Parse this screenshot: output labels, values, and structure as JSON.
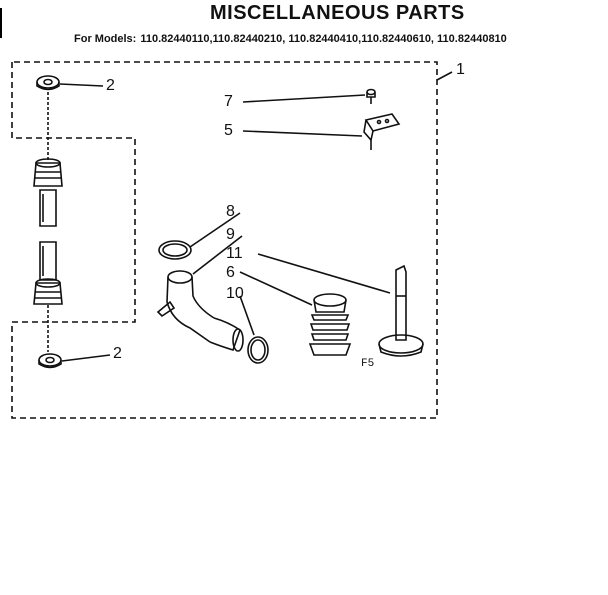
{
  "header": {
    "title": "MISCELLANEOUS PARTS",
    "models_prefix": "For Models:",
    "models": "110.82440110,110.82440210, 110.82440410,110.82440610, 110.82440810"
  },
  "callouts": {
    "p1": "1",
    "p2_top": "2",
    "p2_bottom": "2",
    "p5": "5",
    "p6": "6",
    "p7": "7",
    "p8": "8",
    "p9": "9",
    "p10": "10",
    "p11": "11"
  },
  "figure_code": "F5",
  "colors": {
    "line": "#111111",
    "background": "#ffffff"
  }
}
